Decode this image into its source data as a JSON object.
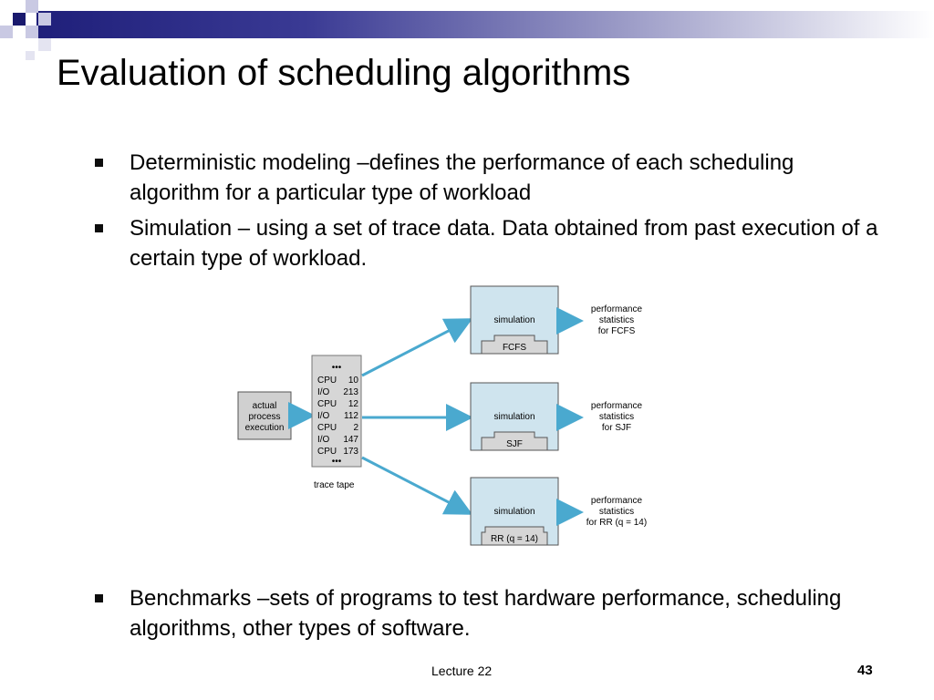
{
  "slide": {
    "title": "Evaluation of scheduling algorithms",
    "bullets": [
      "Deterministic modeling –defines the performance of each scheduling algorithm  for a particular type of workload",
      "Simulation – using a set of trace data. Data obtained from past execution of a certain type of workload."
    ],
    "bottom_bullet": "Benchmarks –sets of programs to test hardware performance, scheduling algorithms, other types of software."
  },
  "diagram": {
    "source_lines": [
      "actual",
      "process",
      "execution"
    ],
    "trace_dots": "•••",
    "trace_rows": [
      {
        "label": "CPU",
        "value": "10"
      },
      {
        "label": "I/O",
        "value": "213"
      },
      {
        "label": "CPU",
        "value": "12"
      },
      {
        "label": "I/O",
        "value": "112"
      },
      {
        "label": "CPU",
        "value": "2"
      },
      {
        "label": "I/O",
        "value": "147"
      },
      {
        "label": "CPU",
        "value": "173"
      }
    ],
    "trace_caption": "trace tape",
    "sim_label": "simulation",
    "simulations": [
      {
        "algorithm": "FCFS",
        "output": [
          "performance",
          "statistics",
          "for FCFS"
        ]
      },
      {
        "algorithm": "SJF",
        "output": [
          "performance",
          "statistics",
          "for SJF"
        ]
      },
      {
        "algorithm": "RR (q = 14)",
        "output": [
          "performance",
          "statistics",
          "for RR (q = 14)"
        ]
      }
    ]
  },
  "footer": {
    "lecture": "Lecture 22",
    "page": "43"
  },
  "colors": {
    "accent": "#1f1f7a",
    "sim_box": "#cfe4ee",
    "arrow": "#5fb8d9"
  }
}
